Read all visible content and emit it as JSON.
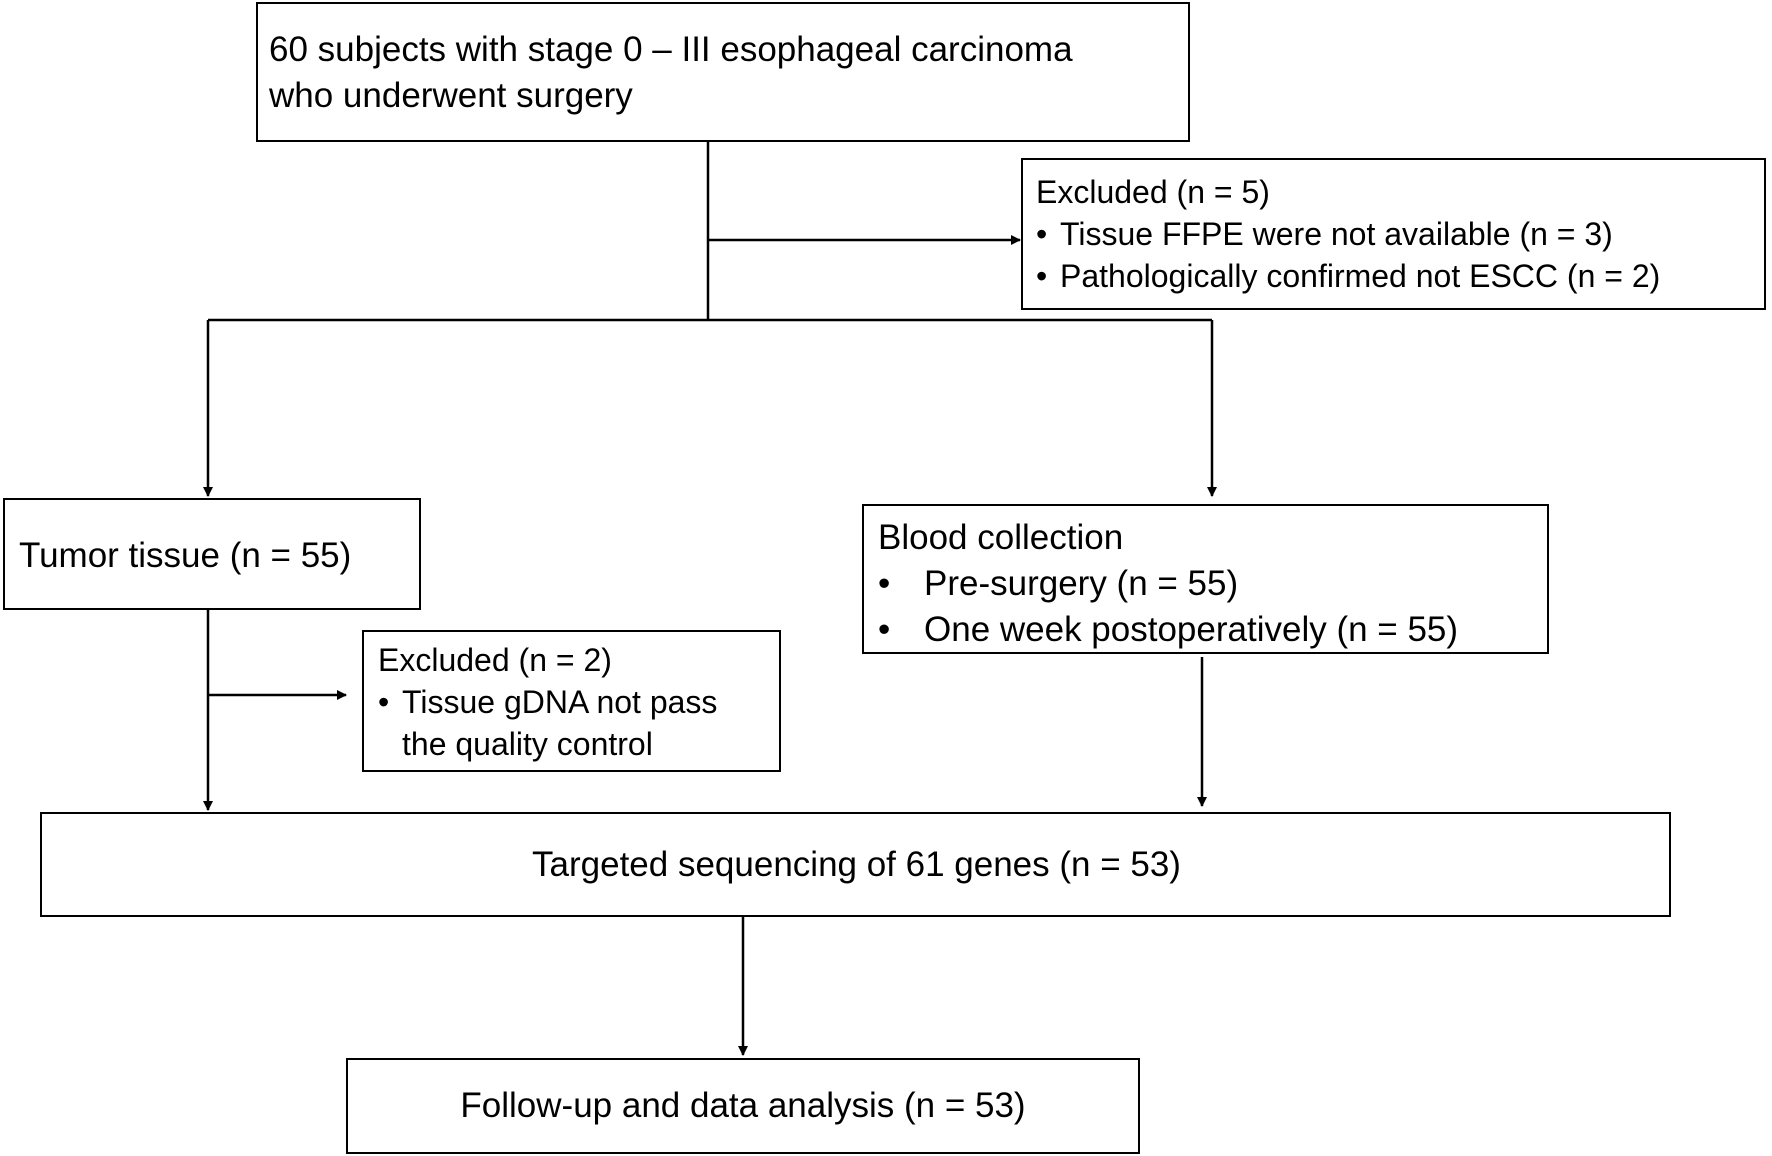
{
  "flowchart": {
    "start": {
      "lines": [
        "60 subjects with stage 0 – III esophageal carcinoma",
        "who underwent surgery"
      ]
    },
    "exclusion1": {
      "title": "Excluded (n = 5)",
      "items": [
        "Tissue FFPE  were not available (n = 3)",
        "Pathologically confirmed not ESCC (n = 2)"
      ]
    },
    "tumor": {
      "label": "Tumor tissue (n = 55)"
    },
    "blood": {
      "title": "Blood collection",
      "items": [
        "Pre-surgery  (n = 55)",
        "One week postoperatively (n = 55)"
      ]
    },
    "exclusion2": {
      "title": "Excluded (n = 2)",
      "lines": [
        "Tissue gDNA not pass",
        "the quality control"
      ]
    },
    "sequencing": {
      "label": "Targeted sequencing of 61 genes (n = 53)"
    },
    "followup": {
      "label": "Follow-up and data analysis (n = 53)"
    },
    "bullet": "•"
  }
}
